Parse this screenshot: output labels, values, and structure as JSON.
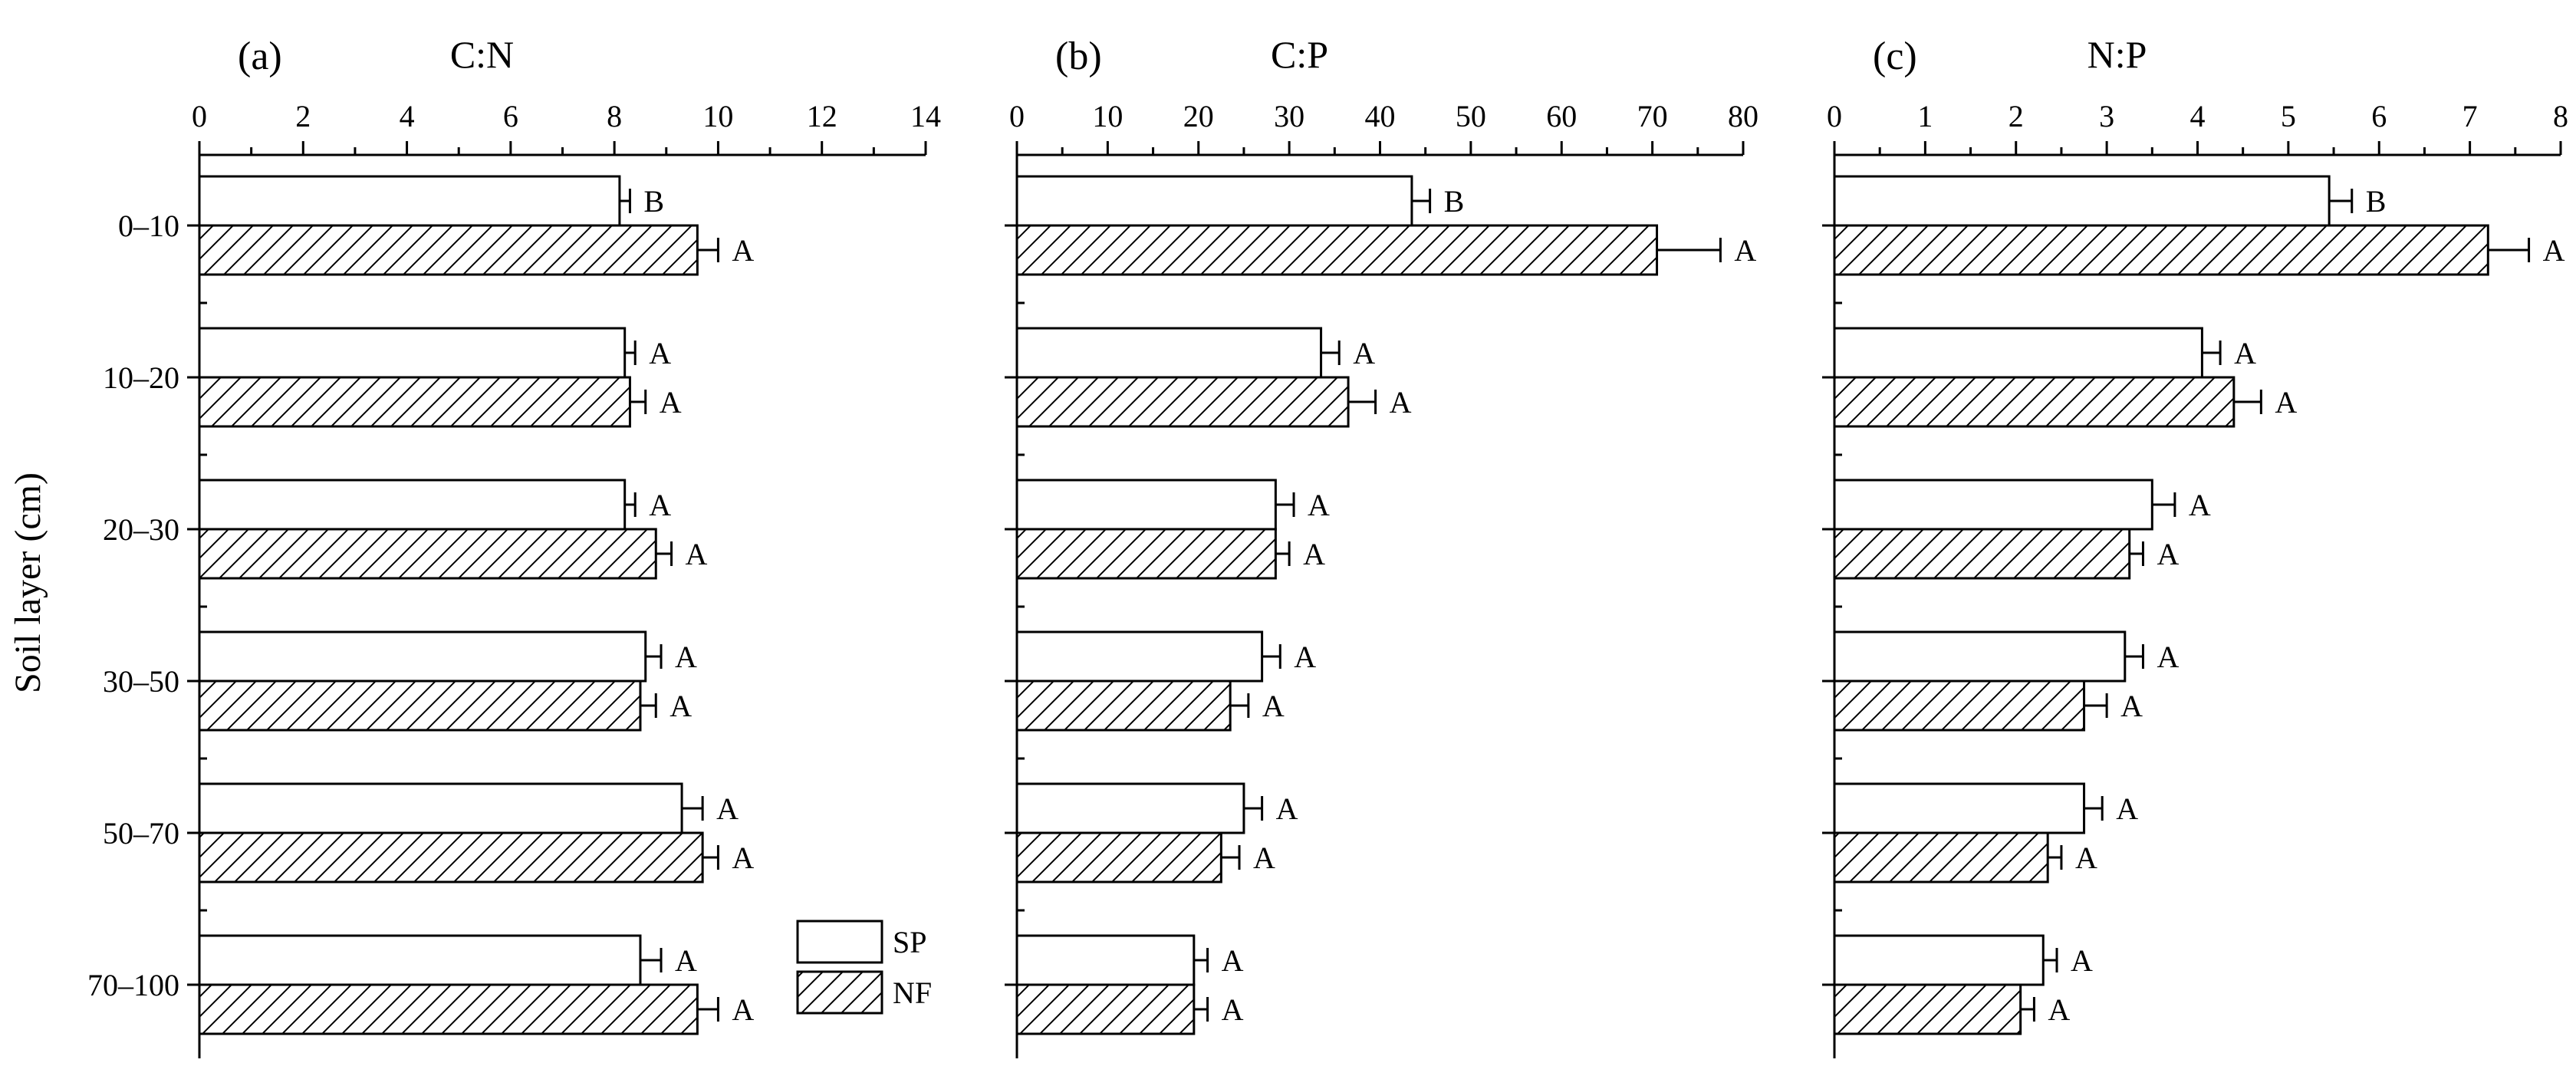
{
  "figure": {
    "ylabel": "Soil layer (cm)",
    "categories": [
      "0–10",
      "10–20",
      "20–30",
      "30–50",
      "50–70",
      "70–100"
    ],
    "legend": [
      {
        "name": "SP",
        "pattern": "open"
      },
      {
        "name": "NF",
        "pattern": "hatched"
      }
    ]
  },
  "chart_data": [
    {
      "type": "bar",
      "orientation": "horizontal",
      "panel": "(a)",
      "title": "C:N",
      "xlim": [
        0,
        14
      ],
      "xticks": [
        0,
        2,
        4,
        6,
        8,
        10,
        12,
        14
      ],
      "categories": [
        "0–10",
        "10–20",
        "20–30",
        "30–50",
        "50–70",
        "70–100"
      ],
      "series": [
        {
          "name": "SP",
          "values": [
            8.1,
            8.2,
            8.2,
            8.6,
            9.3,
            8.5
          ],
          "errors": [
            0.2,
            0.2,
            0.2,
            0.3,
            0.4,
            0.4
          ],
          "letters": [
            "B",
            "A",
            "A",
            "A",
            "A",
            "A"
          ]
        },
        {
          "name": "NF",
          "values": [
            9.6,
            8.3,
            8.8,
            8.5,
            9.7,
            9.6
          ],
          "errors": [
            0.4,
            0.3,
            0.3,
            0.3,
            0.3,
            0.4
          ],
          "letters": [
            "A",
            "A",
            "A",
            "A",
            "A",
            "A"
          ]
        }
      ]
    },
    {
      "type": "bar",
      "orientation": "horizontal",
      "panel": "(b)",
      "title": "C:P",
      "xlim": [
        0,
        80
      ],
      "xticks": [
        0,
        10,
        20,
        30,
        40,
        50,
        60,
        70,
        80
      ],
      "categories": [
        "0–10",
        "10–20",
        "20–30",
        "30–50",
        "50–70",
        "70–100"
      ],
      "series": [
        {
          "name": "SP",
          "values": [
            43.5,
            33.5,
            28.5,
            27.0,
            25.0,
            19.5
          ],
          "errors": [
            2.0,
            2.0,
            2.0,
            2.0,
            2.0,
            1.5
          ],
          "letters": [
            "B",
            "A",
            "A",
            "A",
            "A",
            "A"
          ]
        },
        {
          "name": "NF",
          "values": [
            70.5,
            36.5,
            28.5,
            23.5,
            22.5,
            19.5
          ],
          "errors": [
            7.0,
            3.0,
            1.5,
            2.0,
            2.0,
            1.5
          ],
          "letters": [
            "A",
            "A",
            "A",
            "A",
            "A",
            "A"
          ]
        }
      ]
    },
    {
      "type": "bar",
      "orientation": "horizontal",
      "panel": "(c)",
      "title": "N:P",
      "xlim": [
        0,
        8
      ],
      "xticks": [
        0,
        1,
        2,
        3,
        4,
        5,
        6,
        7,
        8
      ],
      "categories": [
        "0–10",
        "10–20",
        "20–30",
        "30–50",
        "50–70",
        "70–100"
      ],
      "series": [
        {
          "name": "SP",
          "values": [
            5.45,
            4.05,
            3.5,
            3.2,
            2.75,
            2.3
          ],
          "errors": [
            0.25,
            0.2,
            0.25,
            0.2,
            0.2,
            0.15
          ],
          "letters": [
            "B",
            "A",
            "A",
            "A",
            "A",
            "A"
          ]
        },
        {
          "name": "NF",
          "values": [
            7.2,
            4.4,
            3.25,
            2.75,
            2.35,
            2.05
          ],
          "errors": [
            0.45,
            0.3,
            0.15,
            0.25,
            0.15,
            0.15
          ],
          "letters": [
            "A",
            "A",
            "A",
            "A",
            "A",
            "A"
          ]
        }
      ]
    }
  ]
}
